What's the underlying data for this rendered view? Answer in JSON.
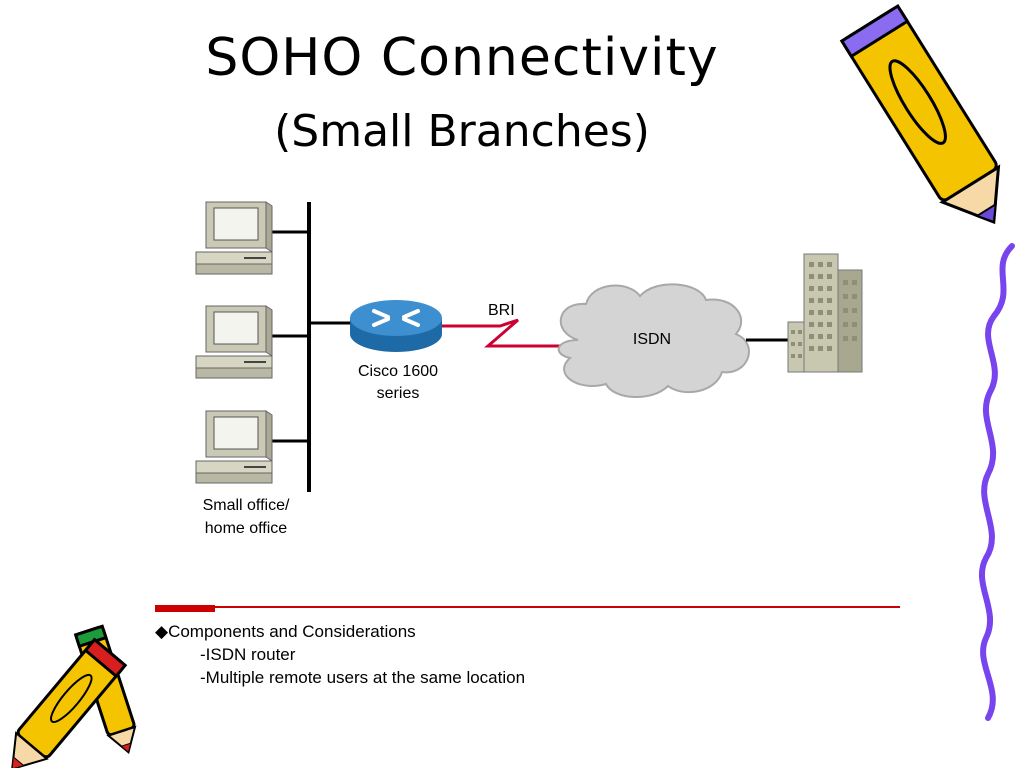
{
  "slide": {
    "title": "SOHO Connectivity",
    "subtitle": "(Small Branches)"
  },
  "diagram": {
    "router_label_line1": "Cisco 1600",
    "router_label_line2": "series",
    "link_label": "BRI",
    "cloud_label": "ISDN",
    "office_label_line1": "Small office/",
    "office_label_line2": "home office"
  },
  "bullets": {
    "marker": "◆",
    "heading": "Components and Considerations",
    "items": [
      "-ISDN router",
      "-Multiple remote users at the same location"
    ]
  },
  "colors": {
    "accent_red": "#cc0000",
    "router_blue": "#2e7fbf",
    "cloud_fill": "#d4d4d4",
    "building_fill": "#c8c8b0",
    "pencil_yellow": "#f5c400",
    "squiggle_purple": "#7744ee"
  }
}
